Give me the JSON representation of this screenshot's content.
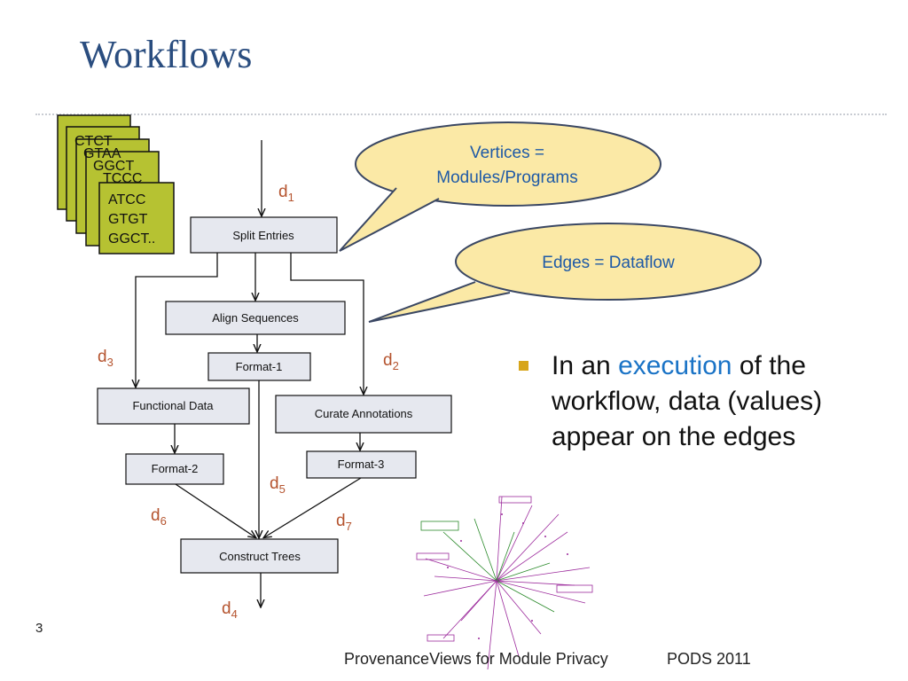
{
  "title": "Workflows",
  "slide_number": "3",
  "footer": {
    "left": "ProvenanceViews for Module Privacy",
    "right": "PODS 2011"
  },
  "sequence_card": {
    "lines": [
      "ATCC",
      "GTGT",
      "GGCT.."
    ],
    "back_lines": [
      "CTCT",
      "GTAA",
      "GGCT",
      "TCCC"
    ]
  },
  "modules": {
    "split_entries": "Split Entries",
    "align_sequences": "Align Sequences",
    "format_1": "Format-1",
    "functional_data": "Functional Data",
    "curate_annotations": "Curate Annotations",
    "format_2": "Format-2",
    "format_3": "Format-3",
    "construct_trees": "Construct Trees"
  },
  "edge_labels": {
    "d1": {
      "base": "d",
      "sub": "1"
    },
    "d2": {
      "base": "d",
      "sub": "2"
    },
    "d3": {
      "base": "d",
      "sub": "3"
    },
    "d4": {
      "base": "d",
      "sub": "4"
    },
    "d5": {
      "base": "d",
      "sub": "5"
    },
    "d6": {
      "base": "d",
      "sub": "6"
    },
    "d7": {
      "base": "d",
      "sub": "7"
    }
  },
  "callouts": {
    "vertices_line1": "Vertices =",
    "vertices_line2": "Modules/Programs",
    "edges": "Edges =  Dataflow"
  },
  "bullet": {
    "pre": "In an ",
    "highlight": "execution",
    "post": " of the workflow, data (values) appear on the edges"
  },
  "colors": {
    "title": "#2a4d7f",
    "accent": "#1a73c6",
    "edge_label": "#b5542f",
    "callout_fill": "#fbe9a6",
    "module_fill": "#e6e8ef",
    "card_fill": "#b6c232",
    "bullet": "#d7a51a"
  },
  "tree_icon": "phylogenetic-tree-thumbnail"
}
